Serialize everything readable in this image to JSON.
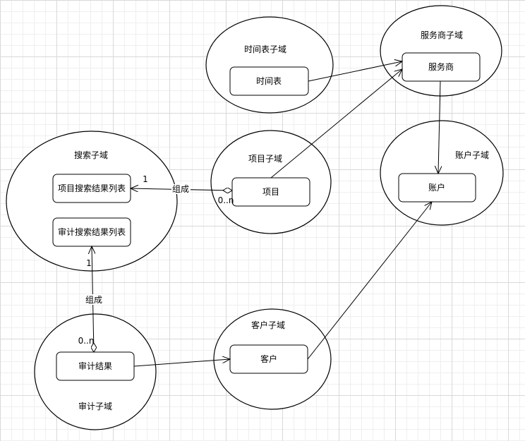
{
  "domains": {
    "timetable": "时间表子域",
    "provider": "服务商子域",
    "search": "搜索子域",
    "project": "项目子域",
    "account": "账户子域",
    "customer": "客户子域",
    "audit": "审计子域"
  },
  "entities": {
    "timetable": "时间表",
    "provider": "服务商",
    "project_search_list": "项目搜索结果列表",
    "audit_search_list": "审计搜索结果列表",
    "project": "项目",
    "account": "账户",
    "customer": "客户",
    "audit_result": "审计结果"
  },
  "relations": {
    "compose_label": "组成",
    "one": "1",
    "zero_to_n": "0..n"
  }
}
